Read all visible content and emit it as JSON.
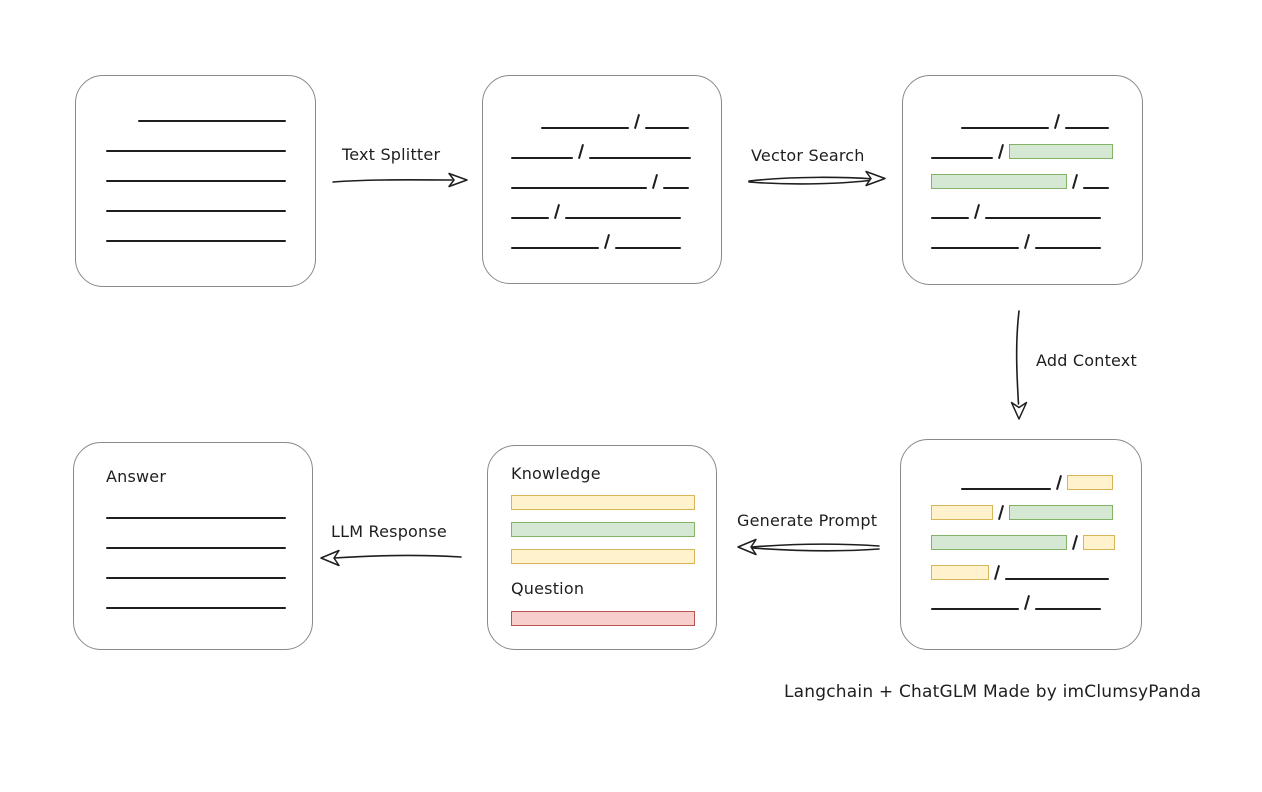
{
  "caption": "Langchain + ChatGLM Made by imClumsyPanda",
  "arrow_labels": {
    "text_splitter": "Text Splitter",
    "vector_search": "Vector Search",
    "add_context": "Add Context",
    "generate_prompt": "Generate Prompt",
    "llm_response": "LLM Response"
  },
  "colors": {
    "green_fill": "#d5e8d4",
    "green_border": "#82b366",
    "yellow_fill": "#fff2cc",
    "yellow_border": "#d6b656",
    "red_fill": "#f8cecc",
    "red_border": "#b85450"
  },
  "boxes": {
    "document": {
      "rows": [
        {
          "indent": 32,
          "segments": [
            {
              "t": "line",
              "w": 148
            }
          ]
        },
        {
          "segments": [
            {
              "t": "line",
              "w": 180
            }
          ]
        },
        {
          "segments": [
            {
              "t": "line",
              "w": 180
            }
          ]
        },
        {
          "segments": [
            {
              "t": "line",
              "w": 180
            }
          ]
        },
        {
          "segments": [
            {
              "t": "line",
              "w": 180
            }
          ]
        }
      ]
    },
    "split_text": {
      "rows": [
        {
          "indent": 30,
          "segments": [
            {
              "t": "line",
              "w": 88
            },
            {
              "t": "slash"
            },
            {
              "t": "line",
              "w": 44
            }
          ]
        },
        {
          "segments": [
            {
              "t": "line",
              "w": 62
            },
            {
              "t": "slash"
            },
            {
              "t": "line",
              "w": 102
            }
          ]
        },
        {
          "segments": [
            {
              "t": "line",
              "w": 136
            },
            {
              "t": "slash"
            },
            {
              "t": "line",
              "w": 26
            }
          ]
        },
        {
          "segments": [
            {
              "t": "line",
              "w": 38
            },
            {
              "t": "slash"
            },
            {
              "t": "line",
              "w": 116
            }
          ]
        },
        {
          "segments": [
            {
              "t": "line",
              "w": 88
            },
            {
              "t": "slash"
            },
            {
              "t": "line",
              "w": 66
            }
          ]
        }
      ]
    },
    "vector_matches": {
      "rows": [
        {
          "indent": 30,
          "segments": [
            {
              "t": "line",
              "w": 88
            },
            {
              "t": "slash"
            },
            {
              "t": "line",
              "w": 44
            }
          ]
        },
        {
          "segments": [
            {
              "t": "line",
              "w": 62
            },
            {
              "t": "slash"
            },
            {
              "t": "green",
              "w": 102
            }
          ]
        },
        {
          "segments": [
            {
              "t": "green",
              "w": 134
            },
            {
              "t": "slash"
            },
            {
              "t": "line",
              "w": 26
            }
          ]
        },
        {
          "segments": [
            {
              "t": "line",
              "w": 38
            },
            {
              "t": "slash"
            },
            {
              "t": "line",
              "w": 116
            }
          ]
        },
        {
          "segments": [
            {
              "t": "line",
              "w": 88
            },
            {
              "t": "slash"
            },
            {
              "t": "line",
              "w": 66
            }
          ]
        }
      ]
    },
    "context_chunks": {
      "rows": [
        {
          "indent": 30,
          "segments": [
            {
              "t": "line",
              "w": 90
            },
            {
              "t": "slash"
            },
            {
              "t": "yellow",
              "w": 44
            }
          ]
        },
        {
          "segments": [
            {
              "t": "yellow",
              "w": 60
            },
            {
              "t": "slash"
            },
            {
              "t": "green",
              "w": 102
            }
          ]
        },
        {
          "segments": [
            {
              "t": "green",
              "w": 134
            },
            {
              "t": "slash"
            },
            {
              "t": "yellow",
              "w": 30
            }
          ]
        },
        {
          "segments": [
            {
              "t": "yellow",
              "w": 56
            },
            {
              "t": "slash"
            },
            {
              "t": "line",
              "w": 104
            }
          ]
        },
        {
          "segments": [
            {
              "t": "line",
              "w": 88
            },
            {
              "t": "slash"
            },
            {
              "t": "line",
              "w": 66
            }
          ]
        }
      ]
    },
    "prompt": {
      "knowledge_label": "Knowledge",
      "knowledge_bars": [
        "yellow",
        "green",
        "yellow"
      ],
      "question_label": "Question",
      "question_bars": [
        "red"
      ]
    },
    "answer": {
      "label": "Answer",
      "rows": [
        {
          "segments": [
            {
              "t": "line",
              "w": 180
            }
          ]
        },
        {
          "segments": [
            {
              "t": "line",
              "w": 180
            }
          ]
        },
        {
          "segments": [
            {
              "t": "line",
              "w": 180
            }
          ]
        },
        {
          "segments": [
            {
              "t": "line",
              "w": 180
            }
          ]
        }
      ]
    }
  }
}
